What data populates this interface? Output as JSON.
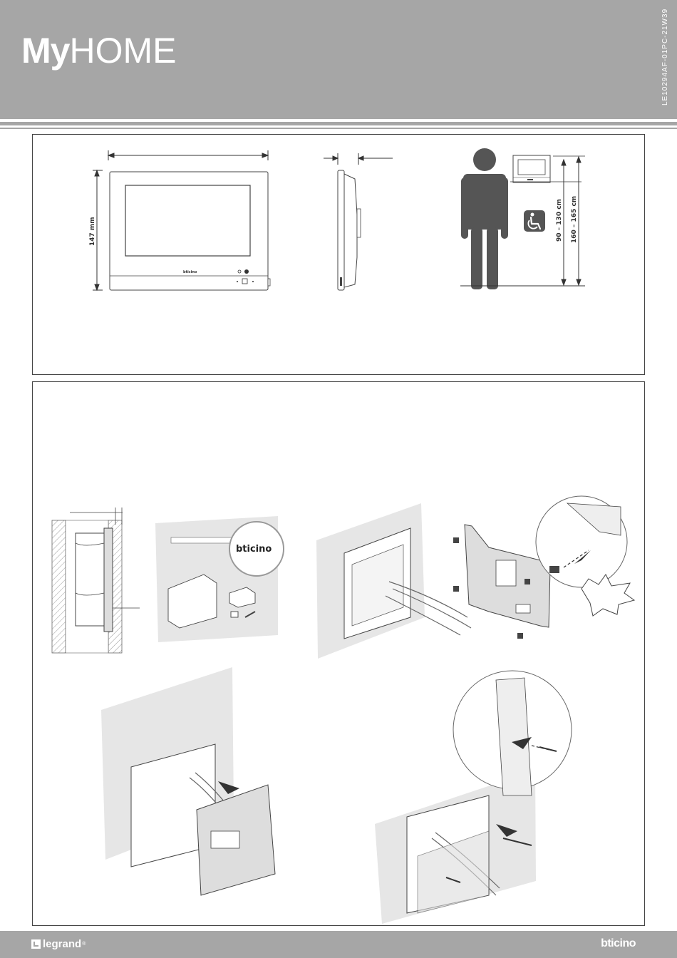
{
  "header": {
    "brand_my": "My",
    "brand_home": "HOME",
    "doc_code": "LE10294AF-01PC-21W39"
  },
  "dimensions": {
    "height_label": "147 mm",
    "range_low_label": "90 – 130 cm",
    "range_high_label": "160 – 165 cm",
    "device_logo": "bticino"
  },
  "box_logo": "bticino",
  "footer": {
    "legrand": "legrand",
    "legrand_mark": "®",
    "bticino": "bticino"
  }
}
